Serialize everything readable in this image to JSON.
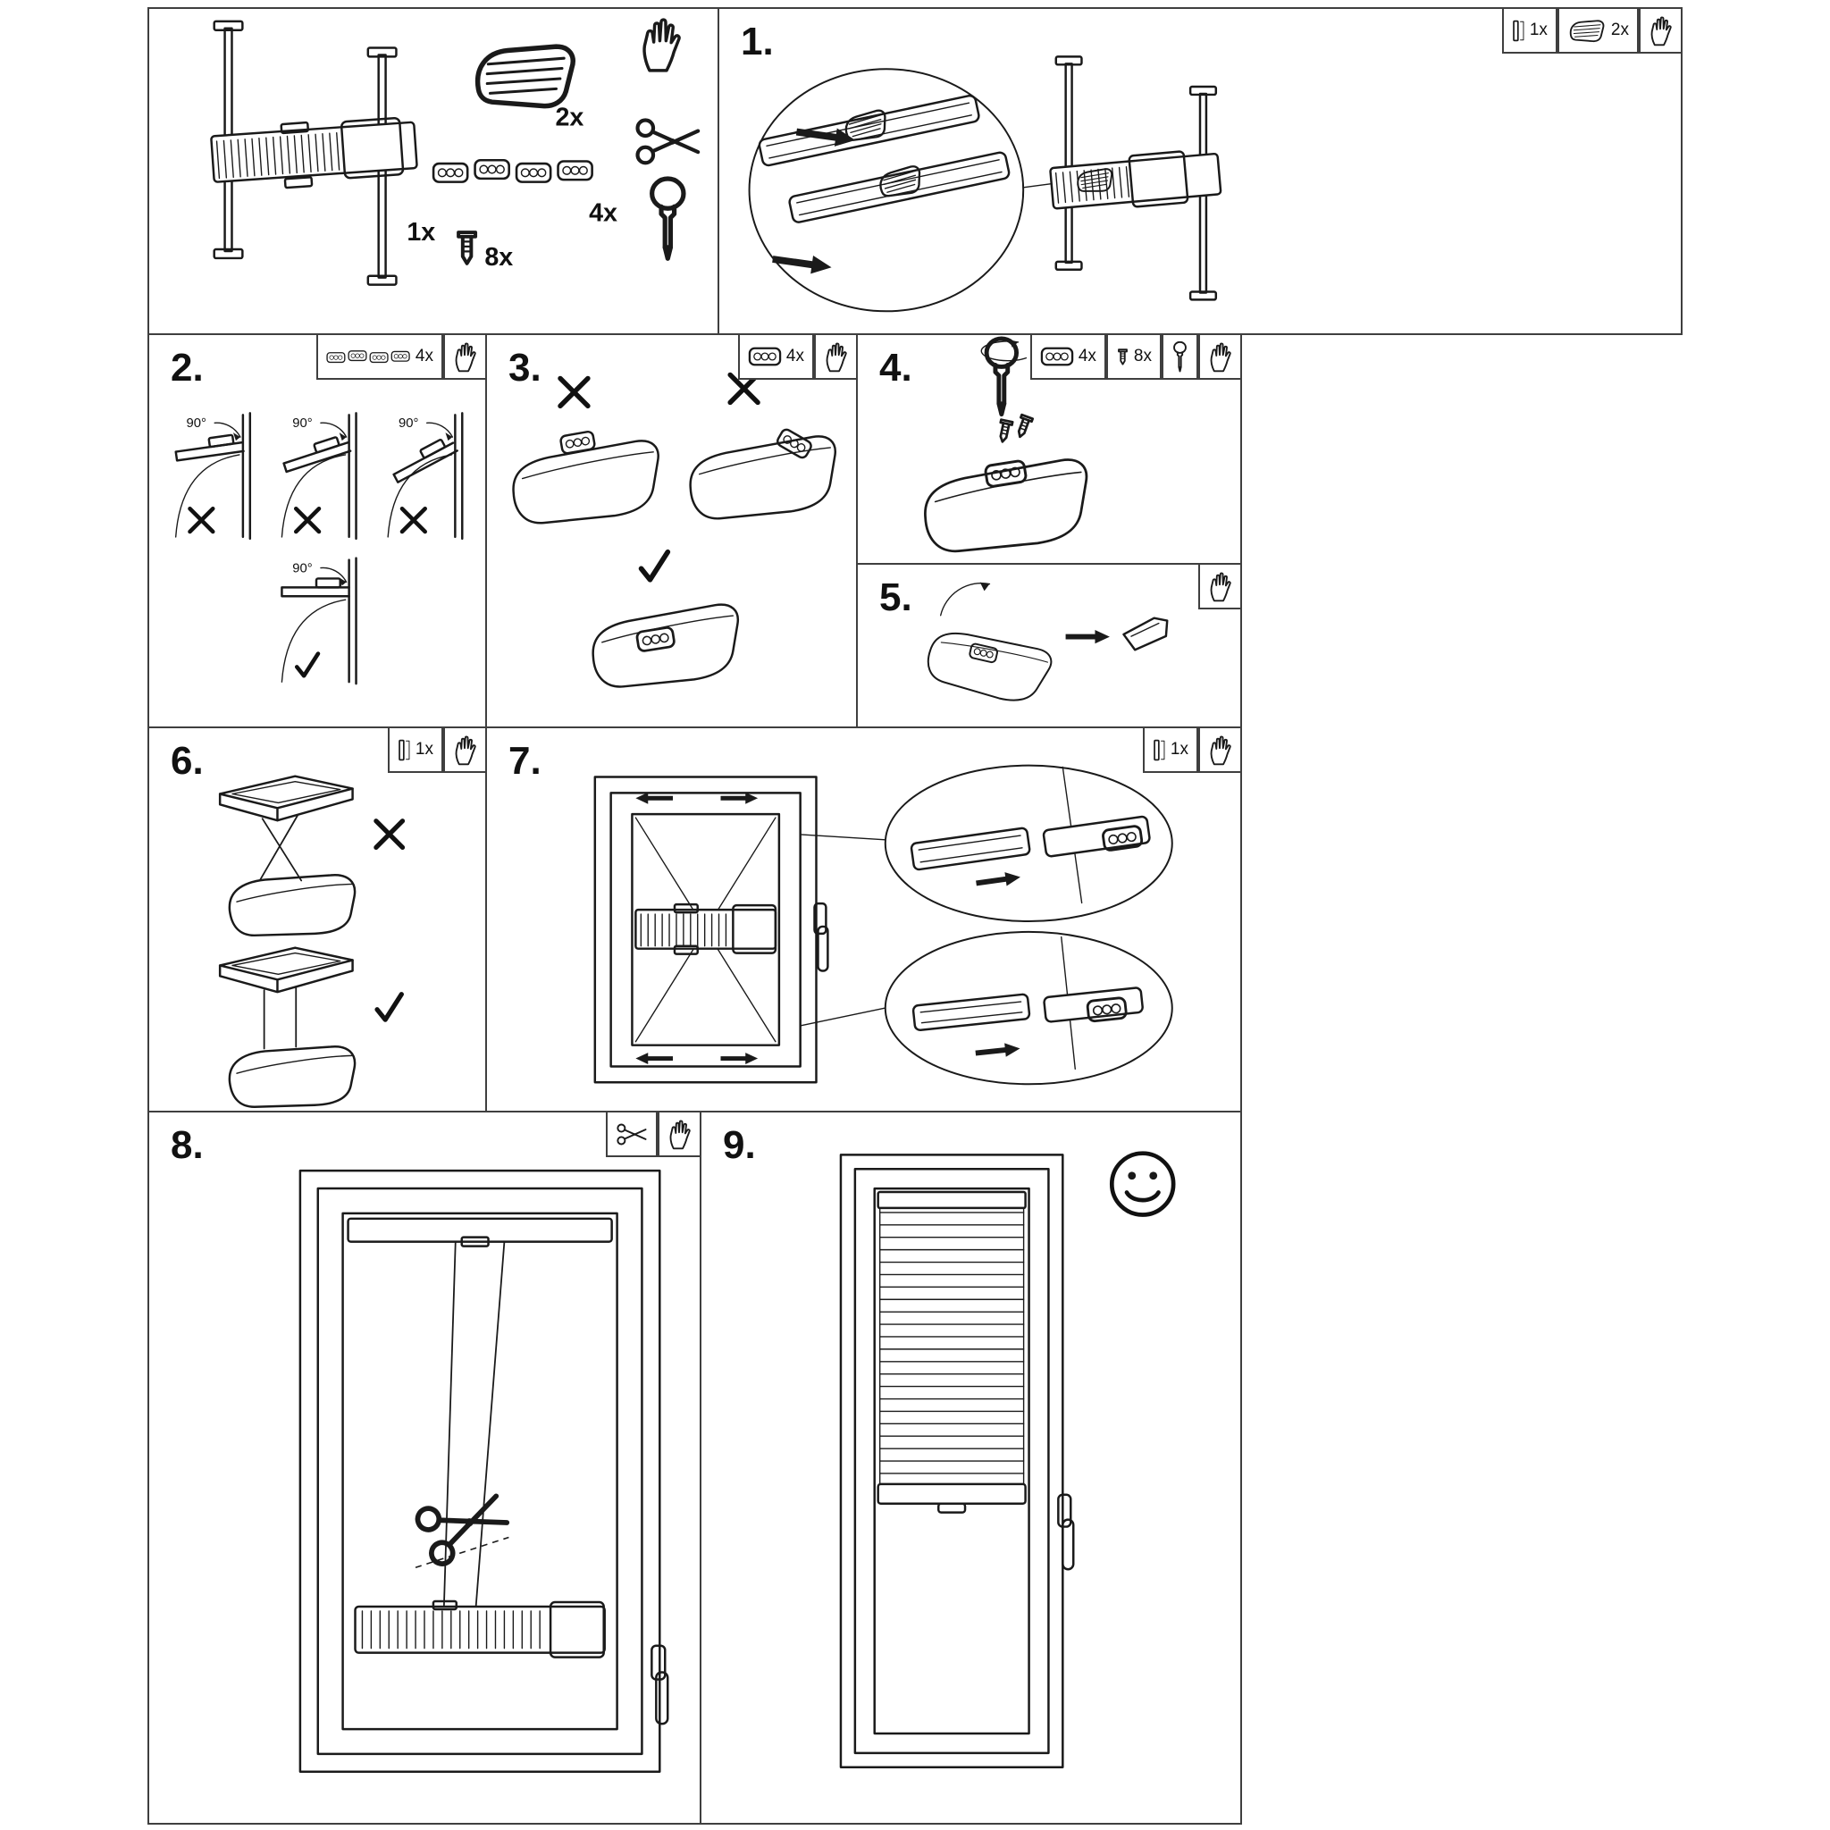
{
  "document": {
    "type": "assembly-instructions",
    "background": "#ffffff",
    "line_color": "#1a1a1a",
    "panel_border_color": "#3f3f3f"
  },
  "parts_overview": {
    "blind_qty": "1x",
    "tensioner_qty": "2x",
    "clip_qty": "4x",
    "screw_qty": "8x",
    "tools": [
      "hand",
      "scissors",
      "screwdriver"
    ]
  },
  "steps": [
    {
      "number": "1.",
      "materials": [
        {
          "part": "side-rail",
          "qty": "1x"
        },
        {
          "part": "tensioner-clip",
          "qty": "2x"
        },
        {
          "part": "hand"
        }
      ]
    },
    {
      "number": "2.",
      "materials": [
        {
          "part": "clip-strip",
          "qty": "4x"
        },
        {
          "part": "hand"
        }
      ],
      "angle": "90°"
    },
    {
      "number": "3.",
      "materials": [
        {
          "part": "clip",
          "qty": "4x"
        },
        {
          "part": "hand"
        }
      ]
    },
    {
      "number": "4.",
      "materials": [
        {
          "part": "clip",
          "qty": "4x"
        },
        {
          "part": "screw",
          "qty": "8x"
        },
        {
          "part": "screwdriver"
        },
        {
          "part": "hand"
        }
      ]
    },
    {
      "number": "5.",
      "materials": [
        {
          "part": "hand"
        }
      ]
    },
    {
      "number": "6.",
      "materials": [
        {
          "part": "side-rail",
          "qty": "1x"
        },
        {
          "part": "hand"
        }
      ]
    },
    {
      "number": "7.",
      "materials": [
        {
          "part": "side-rail",
          "qty": "1x"
        },
        {
          "part": "hand"
        }
      ]
    },
    {
      "number": "8.",
      "materials": [
        {
          "part": "scissors"
        },
        {
          "part": "hand"
        }
      ]
    },
    {
      "number": "9.",
      "materials": [],
      "result": "smiley"
    }
  ]
}
